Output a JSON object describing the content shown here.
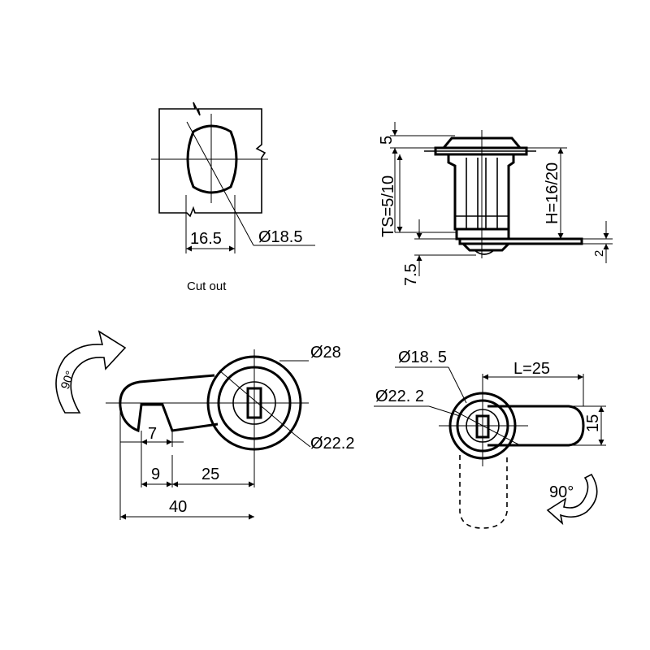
{
  "cutout": {
    "width_label": "16.5",
    "diameter_label": "Ø18.5",
    "caption": "Cut out",
    "panel_color": "#c8c8c8"
  },
  "side_view": {
    "top_label": "5",
    "ts_label": "TS=5/10",
    "h_label": "H=16/20",
    "bottom_label": "7.5",
    "cam_label": "2"
  },
  "front_view": {
    "rotation_label": "90°",
    "outer_diameter_label": "Ø28",
    "inner_diameter_label": "Ø22.2",
    "dim_7": "7",
    "dim_9": "9",
    "dim_25": "25",
    "dim_40": "40"
  },
  "rear_view": {
    "diameter_185_label": "Ø18. 5",
    "diameter_222_label": "Ø22. 2",
    "length_label": "L=25",
    "width_label": "15",
    "rotation_label": "90°"
  }
}
